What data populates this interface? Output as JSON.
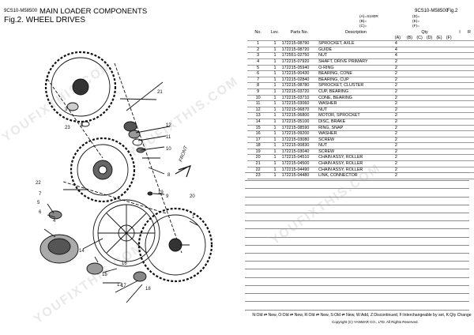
{
  "header": {
    "catalog_code_left": "9CS10-M58500",
    "section_title": "MAIN LOADER COMPONENTS",
    "figure_title": "Fig.2.  WHEEL DRIVES",
    "catalog_code_right": "9CS10-M58500",
    "fig_ref": "Fig.2"
  },
  "variants": {
    "a": "(A)=S180R",
    "b": "(B)=",
    "c": "(C)=",
    "d": "(D)=",
    "e": "(E)=",
    "f": "(F)="
  },
  "table": {
    "col_no": "No.",
    "col_lev": "Lev.",
    "col_part": "Parts No.",
    "col_desc": "Description",
    "col_qty": "Qty",
    "col_i": "I",
    "col_r": "R",
    "qty_cols": [
      "(A)",
      "(B)",
      "(C)",
      "(D)",
      "(E)",
      "(F)"
    ],
    "rows": [
      {
        "no": "1",
        "lev": "1",
        "part": "172215-08790",
        "desc": "SPROCKET, AXLE",
        "qa": "4"
      },
      {
        "no": "2",
        "lev": "1",
        "part": "172215-08720",
        "desc": "GUIDE",
        "qa": "4"
      },
      {
        "no": "3",
        "lev": "1",
        "part": "172551-02750",
        "desc": "NUT",
        "qa": "4"
      },
      {
        "no": "4",
        "lev": "1",
        "part": "172215-07920",
        "desc": "SHAFT, DRIVE PRIMARY",
        "qa": "2"
      },
      {
        "no": "5",
        "lev": "1",
        "part": "172215-05940",
        "desc": "O-RING",
        "qa": "2"
      },
      {
        "no": "6",
        "lev": "1",
        "part": "172215-00430",
        "desc": "BEARING, CONE",
        "qa": "2"
      },
      {
        "no": "7",
        "lev": "1",
        "part": "172215-02840",
        "desc": "BEARING, CUP",
        "qa": "2"
      },
      {
        "no": "8",
        "lev": "1",
        "part": "172215-08780",
        "desc": "SPROCKET, CLUSTER",
        "qa": "2"
      },
      {
        "no": "9",
        "lev": "1",
        "part": "172215-03720",
        "desc": "CUP, BEARING",
        "qa": "2"
      },
      {
        "no": "10",
        "lev": "1",
        "part": "172215-03710",
        "desc": "CONE, BEARING",
        "qa": "2"
      },
      {
        "no": "11",
        "lev": "1",
        "part": "172215-03060",
        "desc": "WASHER",
        "qa": "2"
      },
      {
        "no": "12",
        "lev": "1",
        "part": "172215-06870",
        "desc": "NUT",
        "qa": "2"
      },
      {
        "no": "13",
        "lev": "1",
        "part": "172215-06800",
        "desc": "MOTOR, SPROCKET",
        "qa": "2"
      },
      {
        "no": "14",
        "lev": "1",
        "part": "172215-05100",
        "desc": "DISC, BRAKE",
        "qa": "2"
      },
      {
        "no": "15",
        "lev": "1",
        "part": "172215-08590",
        "desc": "RING, SNAP",
        "qa": "2"
      },
      {
        "no": "16",
        "lev": "1",
        "part": "172215-09200",
        "desc": "WASHER",
        "qa": "2"
      },
      {
        "no": "17",
        "lev": "1",
        "part": "172215-03080",
        "desc": "SCREW",
        "qa": "2"
      },
      {
        "no": "18",
        "lev": "1",
        "part": "172215-00830",
        "desc": "NUT",
        "qa": "2"
      },
      {
        "no": "19",
        "lev": "1",
        "part": "172215-03040",
        "desc": "SCREW",
        "qa": "2"
      },
      {
        "no": "20",
        "lev": "1",
        "part": "172215-04510",
        "desc": "CHAIN ASSY, ROLLER",
        "qa": "2"
      },
      {
        "no": "21",
        "lev": "1",
        "part": "172215-04500",
        "desc": "CHAIN ASSY, ROLLER",
        "qa": "2"
      },
      {
        "no": "22",
        "lev": "1",
        "part": "172215-04490",
        "desc": "CHAIN ASSY, ROLLER",
        "qa": "2"
      },
      {
        "no": "23",
        "lev": "1",
        "part": "172215-04480",
        "desc": "LINK, CONNECTOR",
        "qa": "2"
      }
    ]
  },
  "diagram": {
    "callouts": [
      "1",
      "2",
      "3",
      "4",
      "5",
      "6",
      "7",
      "8",
      "9",
      "10",
      "11",
      "12",
      "13",
      "14",
      "15",
      "16",
      "17",
      "18",
      "19",
      "20",
      "21",
      "22",
      "23"
    ],
    "direction_label": "FRONT"
  },
  "footer": {
    "legend": "N:Old ⇄ New, O:Old ⇄ New, R:Old ⇄ New, S:Old ⇄ New, W:Add, Z:Discontinued, F:Interchangeable by set, K:Qty Change",
    "copyright": "Copyright (C)  YANMAR CO., LTD. All Rights Reserved."
  },
  "watermark": "YOUFIXTHIS.COM",
  "colors": {
    "text": "#000000",
    "rule": "#8c8c8c",
    "watermark": "#e9e9e9"
  }
}
